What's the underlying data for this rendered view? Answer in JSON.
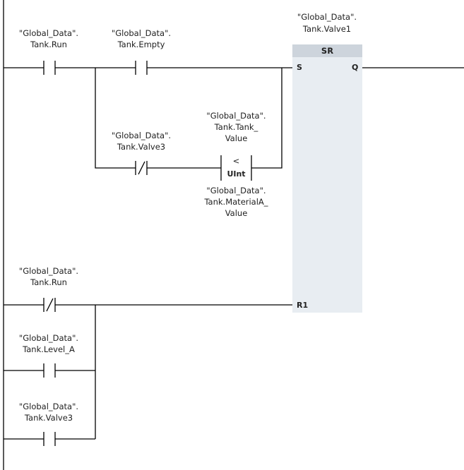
{
  "contacts": {
    "tank_run_1": {
      "line1": "\"Global_Data\".",
      "line2": "Tank.Run"
    },
    "tank_empty": {
      "line1": "\"Global_Data\".",
      "line2": "Tank.Empty"
    },
    "tank_valve3_nc": {
      "line1": "\"Global_Data\".",
      "line2": "Tank.Valve3"
    },
    "tank_run_nc": {
      "line1": "\"Global_Data\".",
      "line2": "Tank.Run"
    },
    "tank_level_a": {
      "line1": "\"Global_Data\".",
      "line2": "Tank.Level_A"
    },
    "tank_valve3_no": {
      "line1": "\"Global_Data\".",
      "line2": "Tank.Valve3"
    }
  },
  "compare": {
    "operator": "<",
    "type": "UInt",
    "in1": {
      "line1": "\"Global_Data\".",
      "line2": "Tank.Tank_",
      "line3": "Value"
    },
    "in2": {
      "line1": "\"Global_Data\".",
      "line2": "Tank.MaterialA_",
      "line3": "Value"
    }
  },
  "sr_block": {
    "title": "SR",
    "tag_line1": "\"Global_Data\".",
    "tag_line2": "Tank.Valve1",
    "pin_s": "S",
    "pin_q": "Q",
    "pin_r1": "R1",
    "fill_color": "#e8edf2",
    "header_color": "#cdd4dc"
  }
}
